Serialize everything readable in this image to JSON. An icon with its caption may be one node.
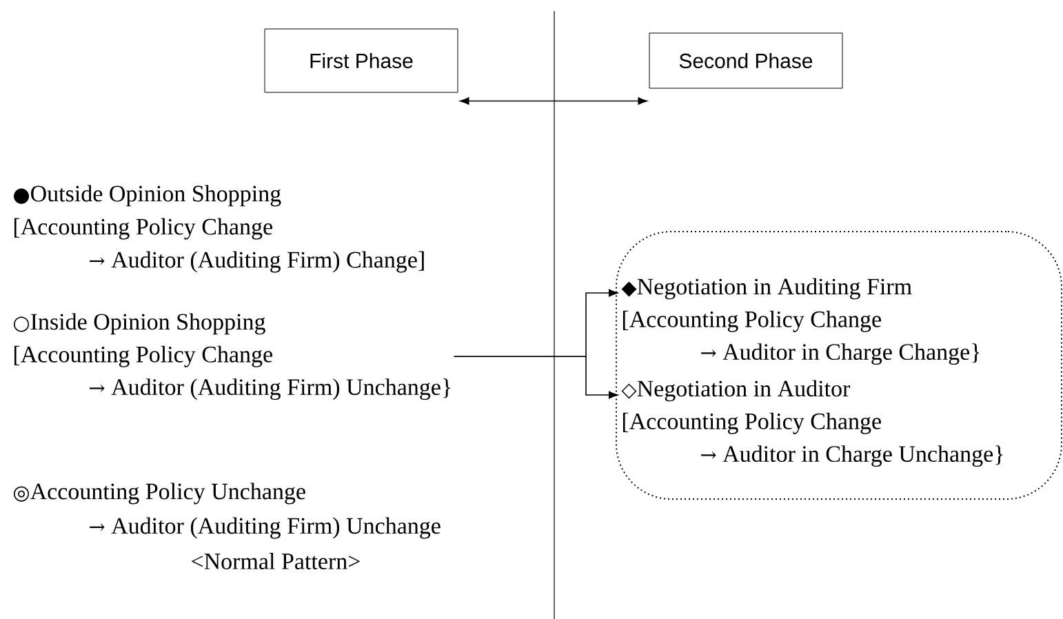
{
  "diagram": {
    "nodes": [
      {
        "text": [
          "First Phase"
        ]
      },
      {
        "text": [
          "Second Phase"
        ]
      },
      {
        "text": [
          "○Inside Opinion Shopping",
          "[Accounting Policy Change",
          "→ Auditor (Auditing Firm) Unchange}"
        ]
      },
      {
        "text": [],
        "shape": "box"
      },
      {
        "text": [
          "◆Negotiation in Auditing Firm",
          "[Accounting Policy Change",
          "→ Auditor in Charge Change}"
        ],
        "in": 3
      },
      {
        "text": [
          "◇Negotiation in Auditor",
          "[Accounting Policy Change",
          "→ Auditor in Charge Unchange}"
        ],
        "in": 3
      }
    ],
    "edges": [
      {
        "from": 0,
        "to": 1,
        "arrow": "both"
      },
      {
        "from": 2,
        "to": 4,
        "arrow": "to"
      },
      {
        "from": 2,
        "to": 5,
        "arrow": "to"
      }
    ],
    "labels": [
      "●Outside Opinion Shopping",
      "[Accounting Policy Change",
      "→ Auditor (Auditing Firm) Change]",
      "◎Accounting Policy Unchange",
      "→ Auditor (Auditing Firm) Unchange",
      "<Normal Pattern>"
    ]
  }
}
